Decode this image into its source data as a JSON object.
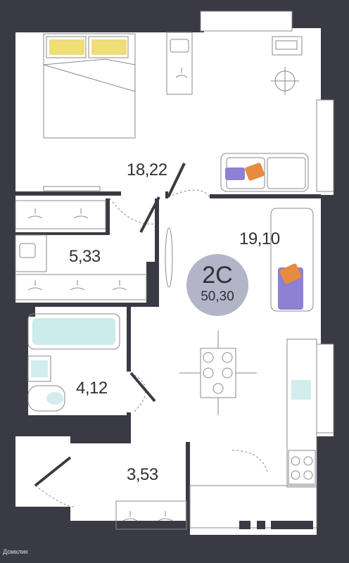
{
  "plan": {
    "type_label": "2С",
    "total_area": "50,30",
    "rooms": {
      "bedroom": "18,22",
      "living": "19,10",
      "closet": "5,33",
      "bathroom": "4,12",
      "hall": "3,53"
    },
    "watermark": "Домклик"
  },
  "colors": {
    "wall": "#3a3a44",
    "badge": "#b3b4c7",
    "pillow": "#e9d24a",
    "cushion_purple": "#8e80d2",
    "cushion_orange": "#e88a3f",
    "bath_water": "#bfe6e6",
    "line": "#8a8a8a"
  },
  "icons": [
    "bed-icon",
    "laptop-icon",
    "chair-icon",
    "sofa-icon",
    "tv-icon",
    "hanger-icon",
    "bathtub-icon",
    "sink-icon",
    "toilet-icon",
    "dining-table-icon",
    "armchair-icon",
    "stove-icon"
  ]
}
